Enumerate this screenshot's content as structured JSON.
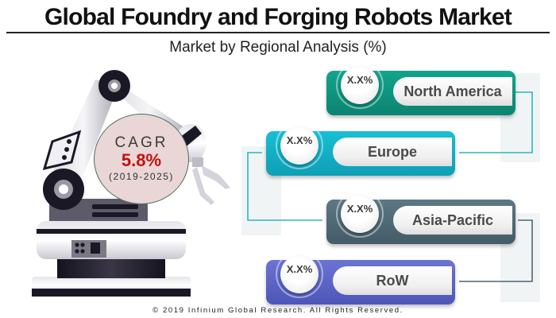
{
  "header": {
    "title": "Global Foundry and Forging Robots Market",
    "subtitle": "Market by Regional Analysis (%)"
  },
  "cagr": {
    "label": "CAGR",
    "value": "5.8%",
    "period": "(2019-2025)"
  },
  "regions": [
    {
      "name": "North America",
      "value": "X.X%",
      "color": "#0e8c78"
    },
    {
      "name": "Europe",
      "value": "X.X%",
      "color": "#10aec4"
    },
    {
      "name": "Asia-Pacific",
      "value": "X.X%",
      "color": "#4c6673"
    },
    {
      "name": "RoW",
      "value": "X.X%",
      "color": "#5a63c4"
    }
  ],
  "footer": {
    "copyright": "© 2019 Infinium Global Research. All Rights Reserved."
  }
}
